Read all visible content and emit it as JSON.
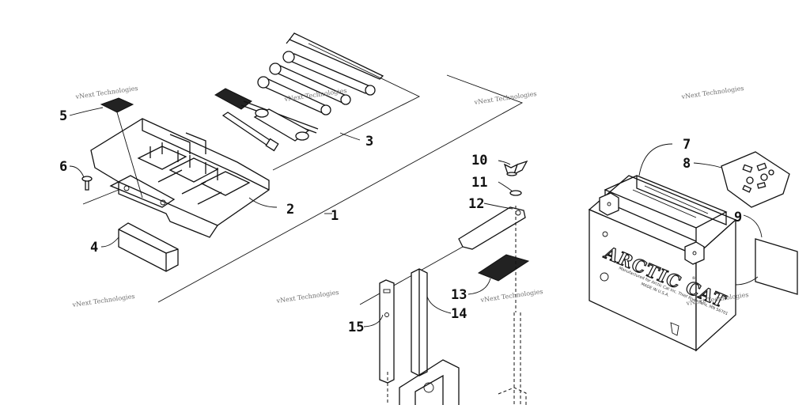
{
  "callouts": [
    "1",
    "2",
    "3",
    "4",
    "5",
    "6",
    "7",
    "8",
    "9",
    "10",
    "11",
    "12",
    "13",
    "14",
    "15"
  ],
  "watermark": "vNext Technologies",
  "battery": {
    "brand": "ARCTIC CAT",
    "registered": "®",
    "line1": "Manufactured for Arctic Cat Inc. Thief River Falls, MN 56701",
    "line2": "MADE IN U.S.A."
  },
  "colors": {
    "ink": "#111111",
    "watermark": "#6f6f6f",
    "background": "#ffffff"
  }
}
